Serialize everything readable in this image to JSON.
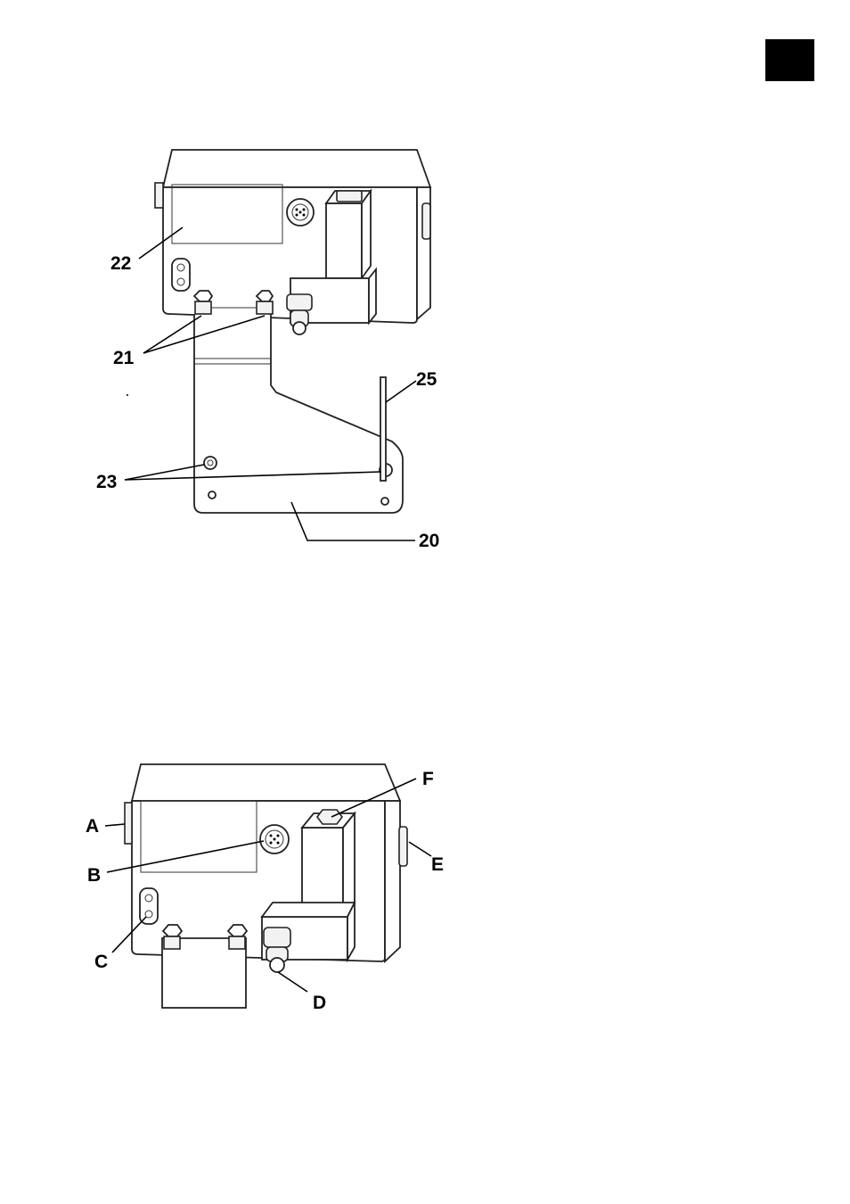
{
  "figure_top": {
    "callouts": {
      "c20": "20",
      "c21": "21",
      "c22": "22",
      "c23": "23",
      "c25": "25"
    }
  },
  "figure_bottom": {
    "callouts": {
      "a": "A",
      "b": "B",
      "c": "C",
      "d": "D",
      "e": "E",
      "f": "F"
    }
  },
  "colors": {
    "ink": "#000000",
    "corner_tab": "#000000",
    "background": "#ffffff"
  }
}
